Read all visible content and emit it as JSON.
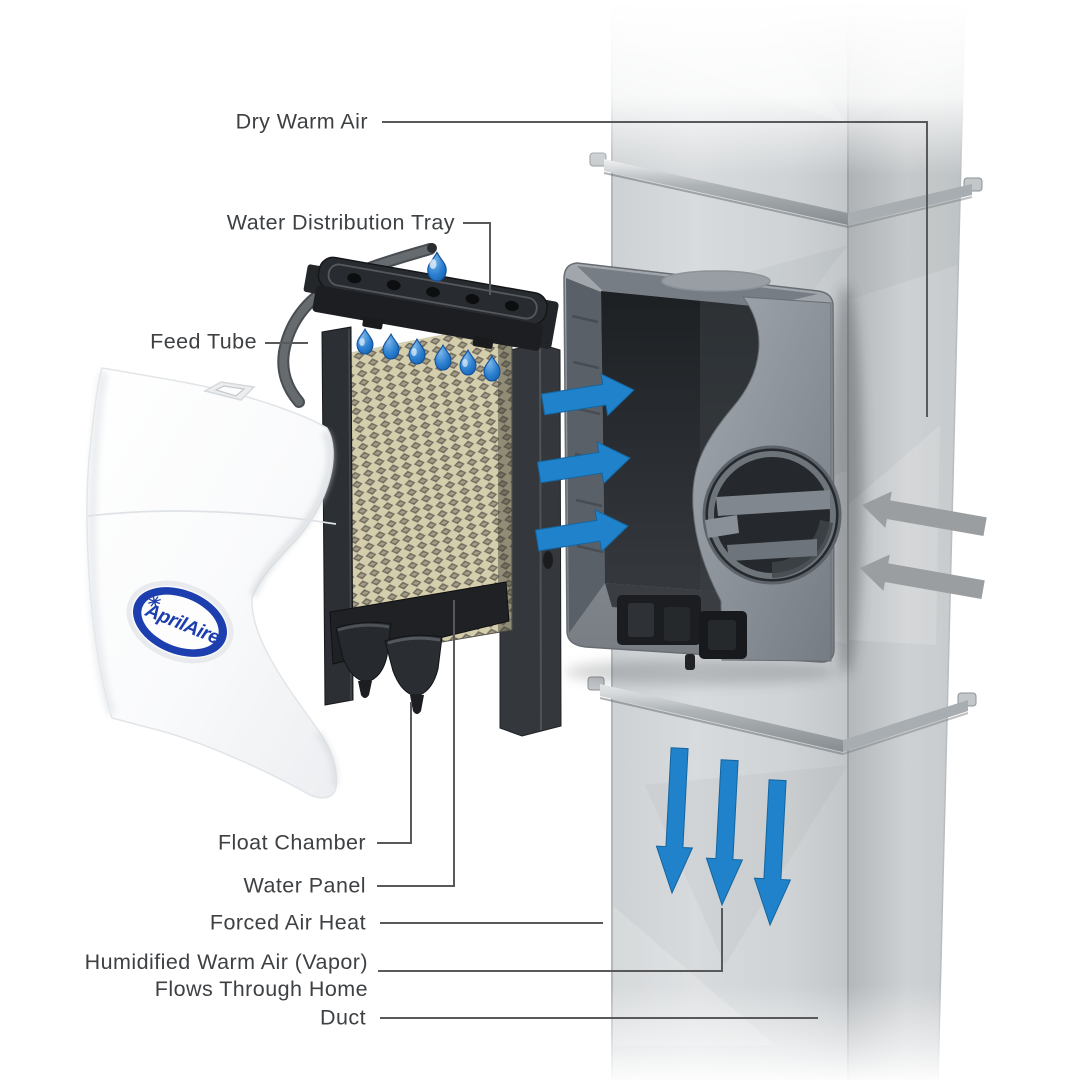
{
  "labels": {
    "dry_warm_air": "Dry Warm Air",
    "water_distribution_tray": "Water Distribution Tray",
    "feed_tube": "Feed Tube",
    "float_chamber": "Float Chamber",
    "water_panel": "Water Panel",
    "forced_air_heat": "Forced Air Heat",
    "humidified_line1": "Humidified Warm Air (Vapor)",
    "humidified_line2": "Flows Through Home",
    "duct": "Duct"
  },
  "logo": {
    "text": "AprilAire",
    "snowflake_glyph": "✳"
  },
  "colors": {
    "arrow_blue": "#1F82CA",
    "arrow_gray": "#9B9EA0",
    "droplet_blue": "#2B7FD0",
    "logo_blue": "#1C3EAE",
    "label_text": "#3E4144",
    "leader_line": "#57595B",
    "duct_gray": "#D3D6D8",
    "housing_gray": "#878D93",
    "water_panel_tan": "#D5CEAD",
    "frame_black": "#2A2D31"
  }
}
